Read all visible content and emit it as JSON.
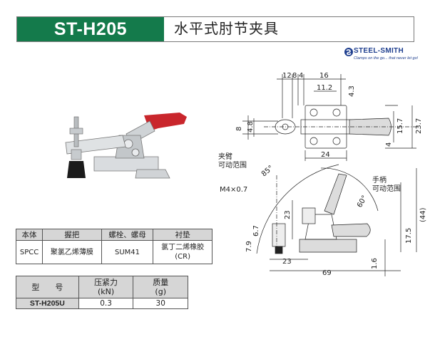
{
  "header": {
    "model": "ST-H205",
    "title": "水平式肘节夹具"
  },
  "brand": {
    "name": "STEEL-SMITH",
    "tagline": "Clamps on the go... that never let go!"
  },
  "drawing": {
    "top_view_dims": [
      "12",
      "8",
      "4",
      "16",
      "11.2",
      "4.3",
      "8",
      "4.8",
      "15.7",
      "23.7",
      "4",
      "24"
    ],
    "side_view_dims": [
      "85°",
      "M4×0.7",
      "23",
      "6.7",
      "7.9",
      "23",
      "69",
      "1.6",
      "17.5",
      "(44)",
      "60°"
    ],
    "notes": {
      "arm_range": [
        "夹臂",
        "可动范围"
      ],
      "handle_range": [
        "手柄",
        "可动范围"
      ]
    }
  },
  "materials_table": {
    "headers": [
      "本体",
      "握把",
      "螺栓、螺母",
      "衬垫"
    ],
    "row": [
      "SPCC",
      "聚氯乙烯薄膜",
      "SUM41",
      "氯丁二烯橡胶",
      "(CR)"
    ]
  },
  "models_table": {
    "headers": [
      "型　　号",
      "压紧力",
      "(kN)",
      "质量",
      "(g)"
    ],
    "row": [
      "ST-H205U",
      "0.3",
      "30"
    ]
  },
  "colors": {
    "header_green": "#147a4b",
    "handle_red": "#c9262c",
    "brand_blue": "#1f3f8f",
    "table_header_gray": "#d6d6d6"
  }
}
